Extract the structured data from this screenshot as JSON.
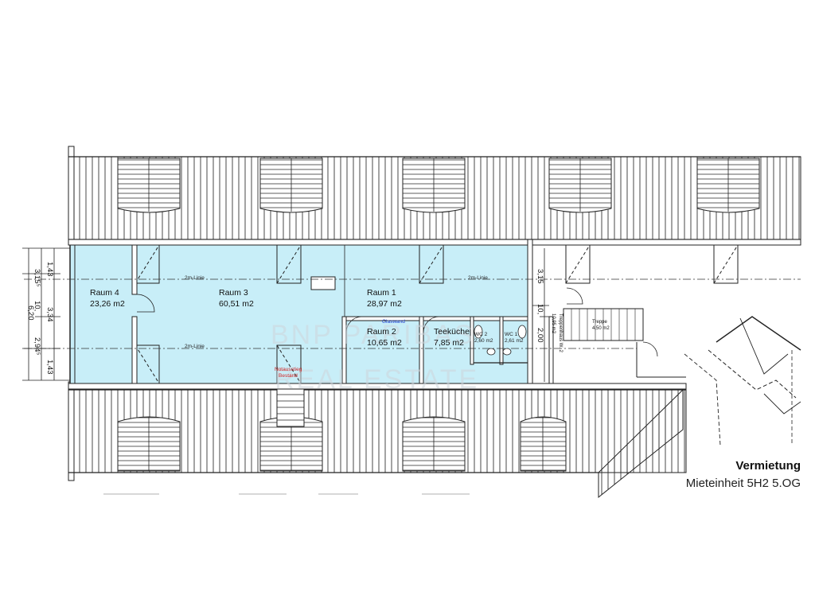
{
  "rooms": [
    {
      "name": "Raum 4",
      "area": "23,26 m2"
    },
    {
      "name": "Raum 3",
      "area": "60,51 m2"
    },
    {
      "name": "Raum 1",
      "area": "28,97 m2"
    },
    {
      "name": "Raum 2",
      "area": "10,65 m2"
    },
    {
      "name": "Teeküche",
      "area": "7,85 m2"
    },
    {
      "name": "WC 2",
      "area": "2,60 m2"
    },
    {
      "name": "WC 1",
      "area": "2,61 m2"
    }
  ],
  "stairwell": {
    "name": "Treppenhaus W. 2",
    "area": "10,95 m2"
  },
  "stair": {
    "name": "Treppe",
    "area": "4,50 m2"
  },
  "annotations": {
    "line_2m": "2m-Linie",
    "glass_wall": "Glaswand",
    "emergency_exit_line1": "Notausstieg",
    "emergency_exit_line2": "Bestand"
  },
  "dimensions_left": {
    "d1": "1,43",
    "d2": "3,15⁵",
    "d3": "10,",
    "d4": "6,20",
    "d5": "3,34",
    "d6": "2,94⁵",
    "d7": "1,43"
  },
  "dimensions_right": {
    "d1": "3,15",
    "d2": "10,",
    "d3": "2,00"
  },
  "watermark": {
    "line1": "BNP PARIBAS",
    "line2": "REAL ESTATE"
  },
  "caption": {
    "title": "Vermietung",
    "subtitle": "Mieteinheit 5H2 5.OG"
  },
  "colors": {
    "room_fill": "#c8eef8",
    "line": "#222222",
    "annotation_red": "#d21f1f",
    "annotation_blue": "#1f3fd0"
  }
}
